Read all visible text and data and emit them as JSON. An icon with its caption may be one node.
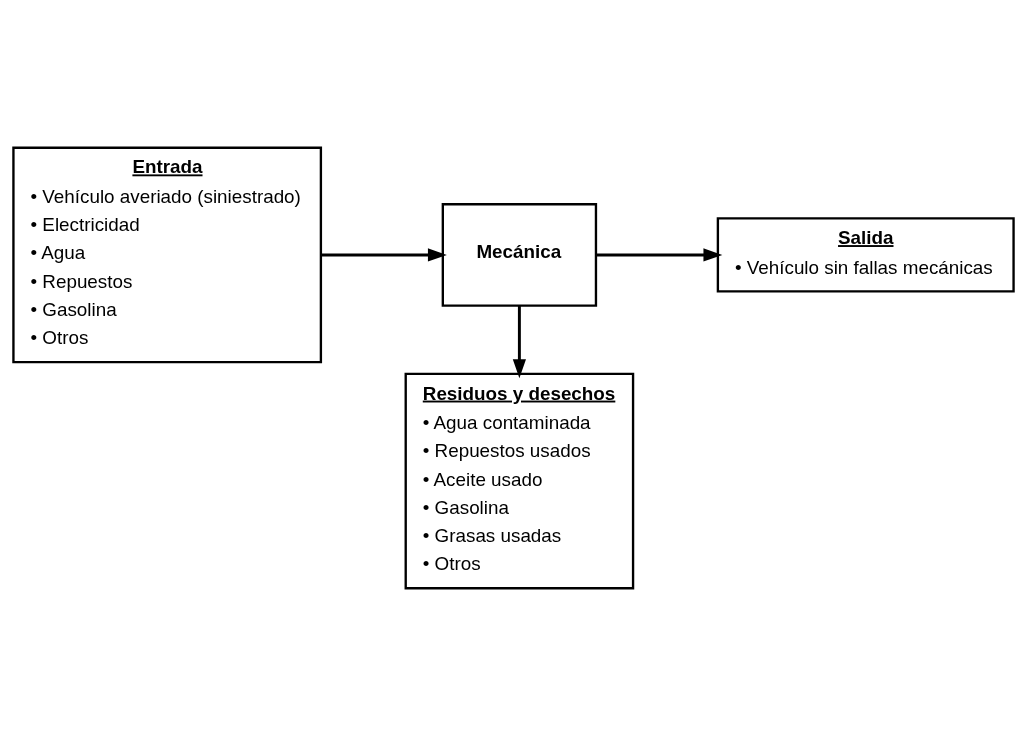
{
  "diagram": {
    "nodes": [
      {
        "text": [
          "Entrada",
          "• Vehículo averiado (siniestrado)",
          "• Electricidad",
          "• Agua",
          "• Repuestos",
          "• Gasolina",
          "• Otros"
        ]
      },
      {
        "text": [
          "Mecánica"
        ]
      },
      {
        "text": [
          "Salida",
          "• Vehículo sin fallas mecánicas"
        ]
      },
      {
        "text": [
          "Residuos y desechos",
          "• Agua contaminada",
          "• Repuestos usados",
          "• Aceite usado",
          "• Gasolina",
          "• Grasas usadas",
          "• Otros"
        ]
      }
    ],
    "edges": [
      {
        "from": 0,
        "to": 1,
        "arrow": "to"
      },
      {
        "from": 1,
        "to": 2,
        "arrow": "to"
      },
      {
        "from": 1,
        "to": 3,
        "arrow": "to"
      }
    ]
  }
}
